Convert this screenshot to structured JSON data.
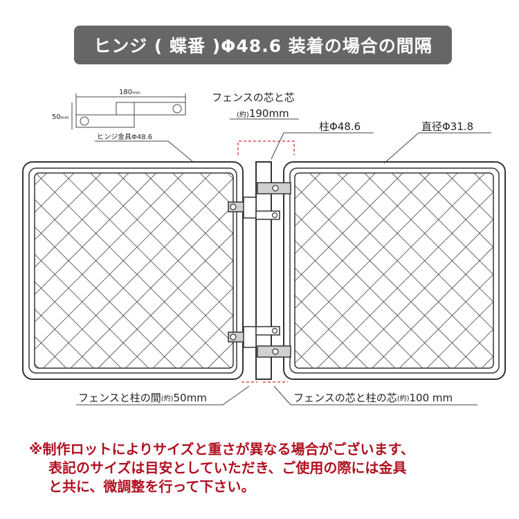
{
  "title": "ヒンジ ( 蝶番 )Φ48.6 装着の場合の間隔",
  "hinge_detail": {
    "width_value": "180",
    "width_unit": "mm",
    "height_value": "50",
    "height_unit": "mm",
    "name": "ヒンジ金具Φ48.6"
  },
  "labels": {
    "fence_center_line1": "フェンスの芯と芯",
    "fence_center_approx": "(約)",
    "fence_center_value": "190mm",
    "pillar": "柱Φ48.6",
    "diameter": "直径Φ31.8",
    "gap_prefix": "フェンスと柱の間",
    "gap_approx": "(約)",
    "gap_value": "50mm",
    "center_prefix": "フェンスの芯と柱の芯",
    "center_approx": "(約)",
    "center_value": "100 mm"
  },
  "note": {
    "line1": "※制作ロットによりサイズと重さが異なる場合がございます、",
    "line2": "表記のサイズは目安としていただき、ご使用の際には金具",
    "line3": "と共に、微調整を行って下さい。"
  },
  "colors": {
    "banner": "#666666",
    "note": "#b01020",
    "dimension_red": "#d84a4a"
  }
}
